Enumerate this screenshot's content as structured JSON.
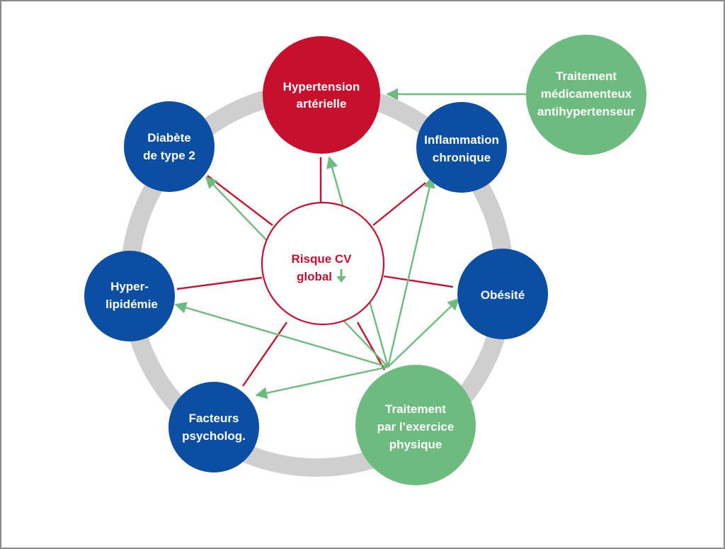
{
  "colors": {
    "risk": "#c8102e",
    "condition": "#0b4ea2",
    "treatment": "#6dbb7e",
    "ring": "#cfcfcf"
  },
  "center": {
    "label_line1": "Risque CV",
    "label_line2": "global",
    "icon": "down-arrow-icon"
  },
  "nodes": {
    "hypertension": {
      "line1": "Hypertension",
      "line2": "artérielle"
    },
    "diabete": {
      "line1": "Diabète",
      "line2": "de type 2"
    },
    "inflammation": {
      "line1": "Inflammation",
      "line2": "chronique"
    },
    "hyperlipidemie": {
      "line1": "Hyper-",
      "line2": "lipidémie"
    },
    "obesite": {
      "line1": "Obésité"
    },
    "facteurs": {
      "line1": "Facteurs",
      "line2": "psycholog."
    },
    "traitement_medicamenteux": {
      "line1": "Traitement",
      "line2": "médicamenteux",
      "line3": "antihypertenseur"
    },
    "traitement_exercice": {
      "line1": "Traitement",
      "line2": "par l’exercice",
      "line3": "physique"
    }
  }
}
